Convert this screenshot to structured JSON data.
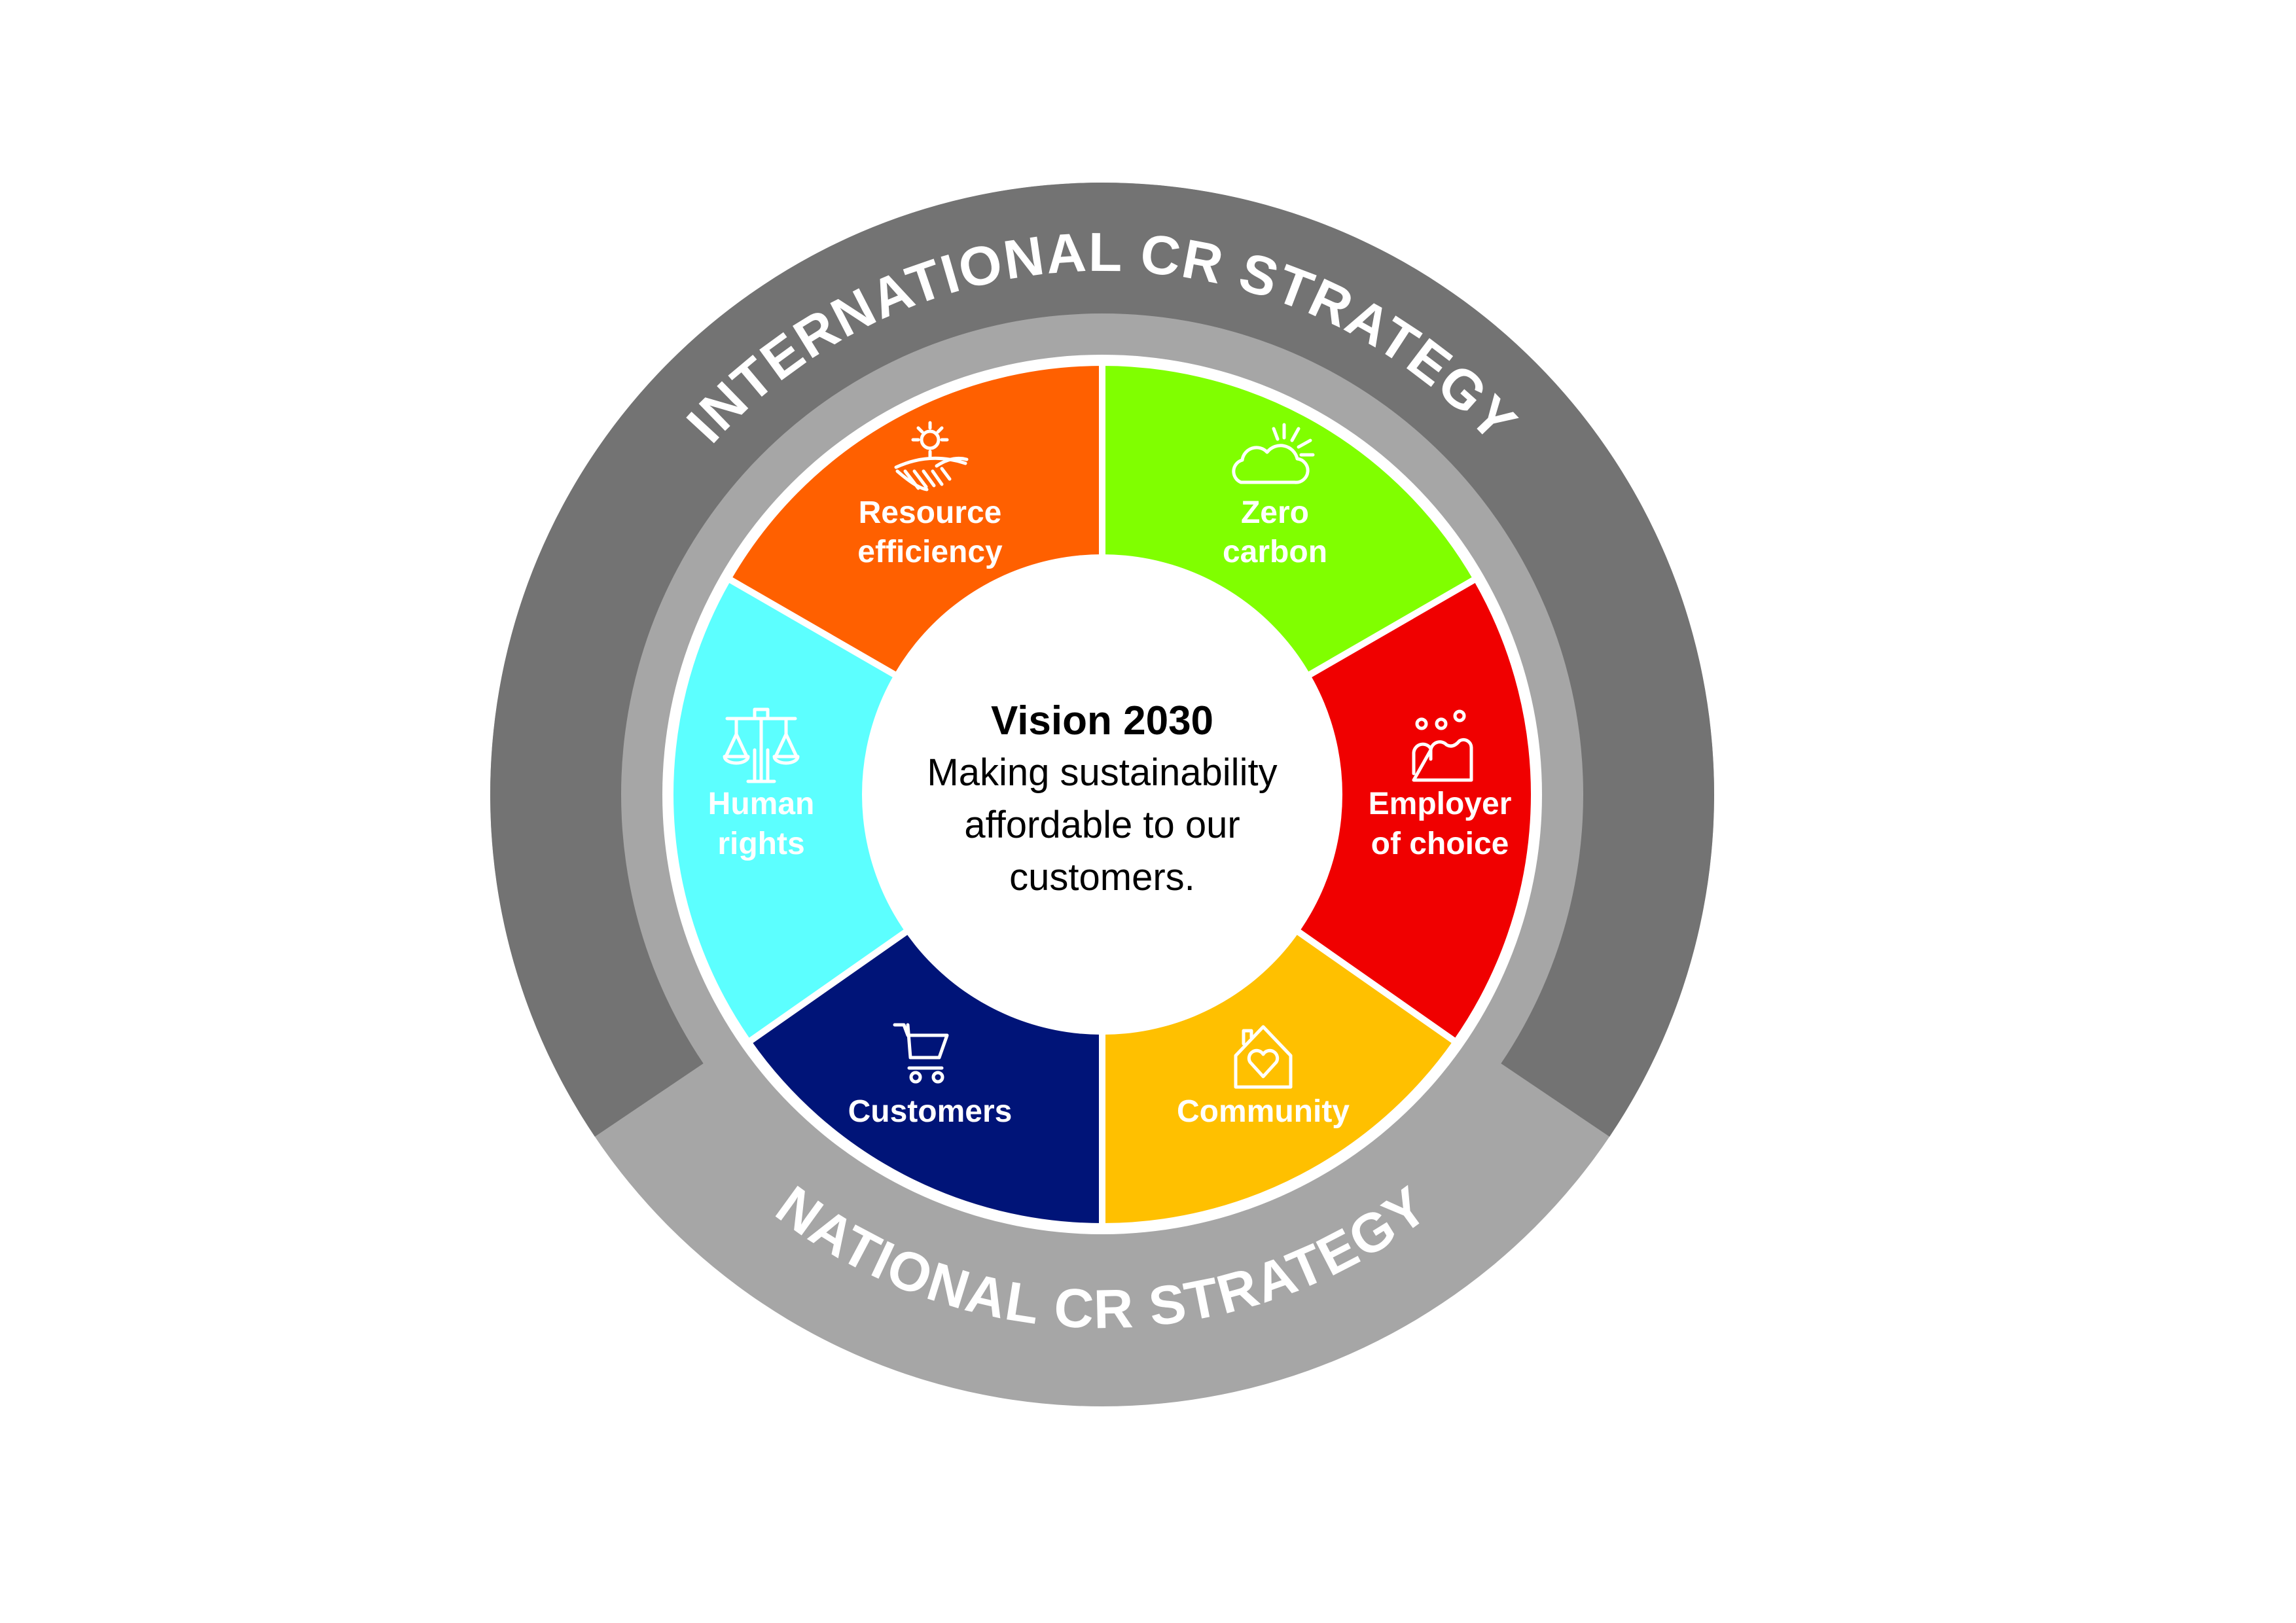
{
  "outer_ring": {
    "label": "INTERNATIONAL CR STRATEGY",
    "color": "#737373"
  },
  "national_ring": {
    "label": "NATIONAL CR STRATEGY",
    "color": "#a6a6a6"
  },
  "center": {
    "title": "Vision 2030",
    "lines": [
      "Making sustainability",
      "affordable to our",
      "customers."
    ]
  },
  "segments": [
    {
      "id": "resource-efficiency",
      "lines": [
        "Resource",
        "efficiency"
      ],
      "color": "#ff6000",
      "icon": "sun-field-icon"
    },
    {
      "id": "zero-carbon",
      "lines": [
        "Zero",
        "carbon"
      ],
      "color": "#80ff00",
      "icon": "cloud-sun-icon"
    },
    {
      "id": "employer-of-choice",
      "lines": [
        "Employer",
        "of choice"
      ],
      "color": "#f00000",
      "icon": "people-icon"
    },
    {
      "id": "community",
      "lines": [
        "Community"
      ],
      "color": "#ffc000",
      "icon": "house-heart-icon"
    },
    {
      "id": "customers",
      "lines": [
        "Customers"
      ],
      "color": "#001478",
      "icon": "shopping-cart-icon"
    },
    {
      "id": "human-rights",
      "lines": [
        "Human",
        "rights"
      ],
      "color": "#5cffff",
      "icon": "scales-icon"
    }
  ]
}
